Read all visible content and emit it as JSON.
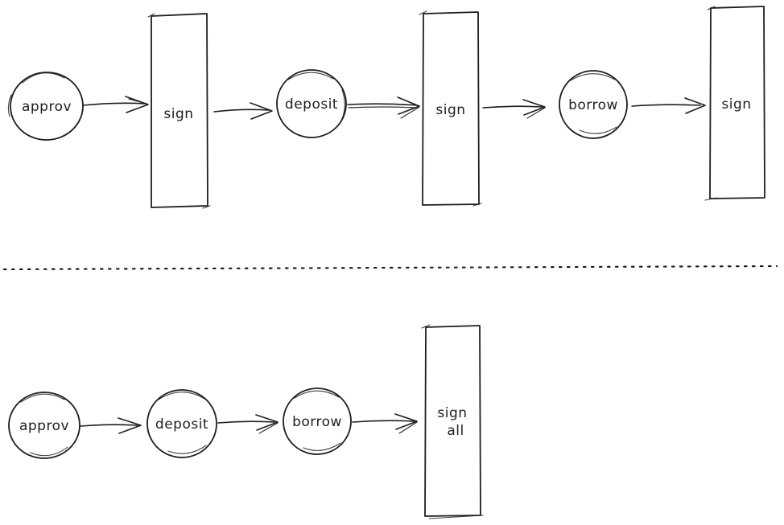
{
  "canvas": {
    "background": "#ffffff",
    "stroke_color": "#1e1e1e"
  },
  "separator": {
    "style": "dotted-line"
  },
  "top_flow": {
    "nodes": [
      {
        "id": "approv",
        "shape": "circle",
        "label": "approv"
      },
      {
        "id": "sign-1",
        "shape": "rectangle",
        "label": "sign"
      },
      {
        "id": "deposit",
        "shape": "circle",
        "label": "deposit"
      },
      {
        "id": "sign-2",
        "shape": "rectangle",
        "label": "sign"
      },
      {
        "id": "borrow",
        "shape": "circle",
        "label": "borrow"
      },
      {
        "id": "sign-3",
        "shape": "rectangle",
        "label": "sign"
      }
    ],
    "edges": [
      {
        "from": "approv",
        "to": "sign-1"
      },
      {
        "from": "sign-1",
        "to": "deposit"
      },
      {
        "from": "deposit",
        "to": "sign-2"
      },
      {
        "from": "sign-2",
        "to": "borrow"
      },
      {
        "from": "borrow",
        "to": "sign-3"
      }
    ]
  },
  "bottom_flow": {
    "nodes": [
      {
        "id": "approv",
        "shape": "circle",
        "label": "approv"
      },
      {
        "id": "deposit",
        "shape": "circle",
        "label": "deposit"
      },
      {
        "id": "borrow",
        "shape": "circle",
        "label": "borrow"
      },
      {
        "id": "sign-all",
        "shape": "rectangle",
        "label": "sign",
        "label_line2": "all"
      }
    ],
    "edges": [
      {
        "from": "approv",
        "to": "deposit"
      },
      {
        "from": "deposit",
        "to": "borrow"
      },
      {
        "from": "borrow",
        "to": "sign-all"
      }
    ]
  }
}
